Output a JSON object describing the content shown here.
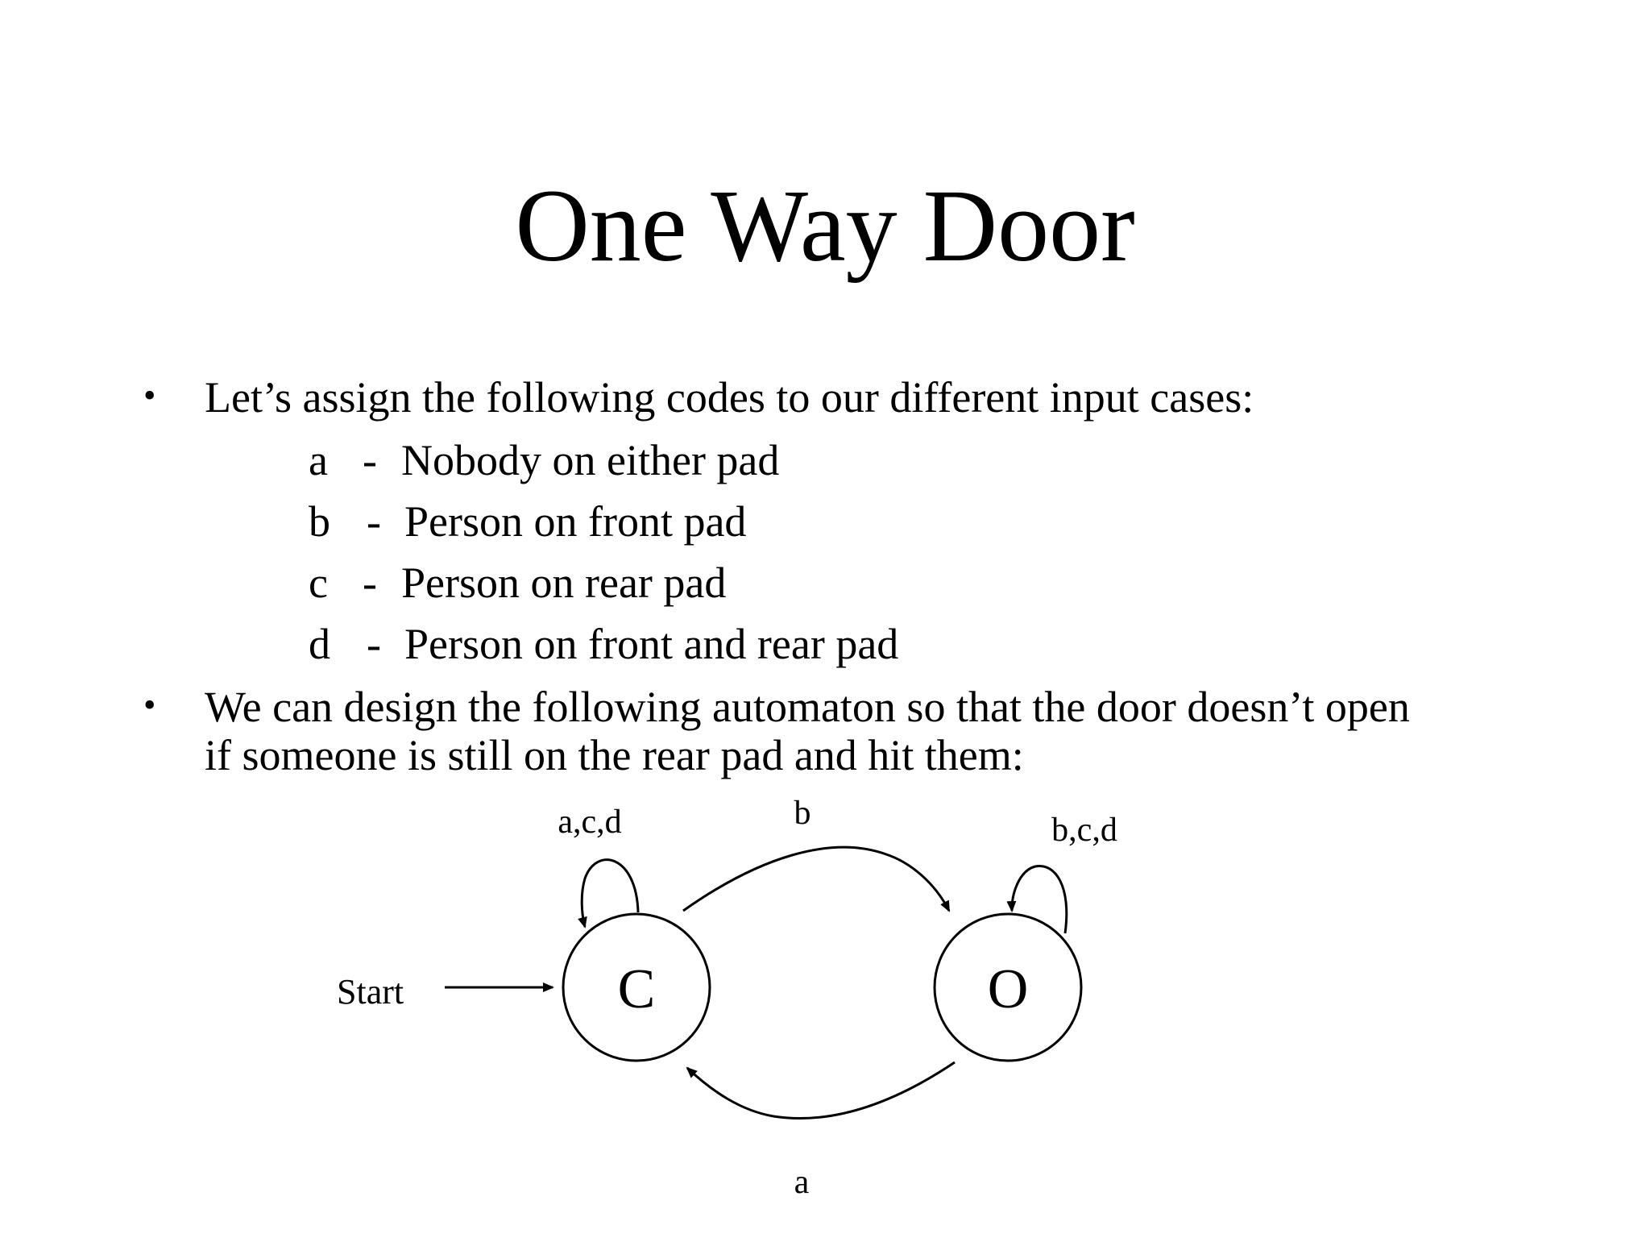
{
  "slide": {
    "title": "One Way Door",
    "bullets": [
      "Let’s assign the following codes to our different input cases:",
      "We can design the following automaton so that the door doesn’t open",
      "if someone is still on the rear pad and hit them:"
    ],
    "codes": [
      {
        "letter": "a",
        "dash": "-",
        "description": "Nobody on either pad"
      },
      {
        "letter": "b",
        "dash": "-",
        "description": "Person on front pad"
      },
      {
        "letter": "c",
        "dash": "-",
        "description": "Person on rear pad"
      },
      {
        "letter": "d",
        "dash": "-",
        "description": "Person on front and rear pad"
      }
    ]
  },
  "diagram": {
    "start_label": "Start",
    "states": [
      {
        "id": "C",
        "label": "C"
      },
      {
        "id": "O",
        "label": "O"
      }
    ],
    "transitions": [
      {
        "from": "C",
        "to": "C",
        "label": "a,c,d"
      },
      {
        "from": "C",
        "to": "O",
        "label": "b"
      },
      {
        "from": "O",
        "to": "O",
        "label": "b,c,d"
      },
      {
        "from": "O",
        "to": "C",
        "label": "a"
      }
    ]
  }
}
